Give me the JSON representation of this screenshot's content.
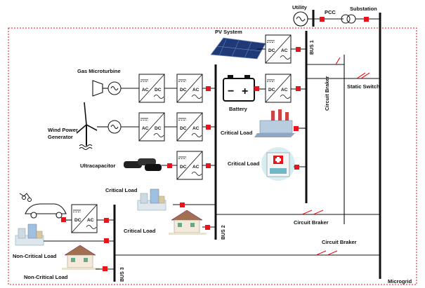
{
  "labels": {
    "utility": "Utility",
    "pcc": "PCC",
    "substation": "Substation",
    "pv_system": "PV System",
    "gas_microturbine": "Gas Microturbine",
    "battery": "Battery",
    "wind_line1": "Wind Power",
    "wind_line2": "Generator",
    "ultracapacitor": "Ultracapacitor",
    "critical_load_1": "Critical Load",
    "critical_load_2": "Critical Load",
    "critical_load_3": "Critical Load",
    "critical_load_4": "Critical Load",
    "non_critical_1": "Non-Critical Load",
    "non_critical_2": "Non-Critical Load",
    "circuit_braker_1": "Circuit Braker",
    "circuit_braker_2": "Circuit Braker",
    "circuit_braker_3": "Circuit Braker",
    "static_switch": "Static Switch",
    "microgrid": "Microgrid",
    "bus1": "BUS 1",
    "bus2": "BUS 2",
    "bus3": "BUS 3"
  },
  "converter": {
    "dc": "DC",
    "ac": "AC"
  },
  "battery_signs": {
    "minus": "−",
    "plus": "+"
  },
  "colors": {
    "boundary": "#e8141c",
    "breaker": "#e8141c",
    "line": "#111111"
  }
}
